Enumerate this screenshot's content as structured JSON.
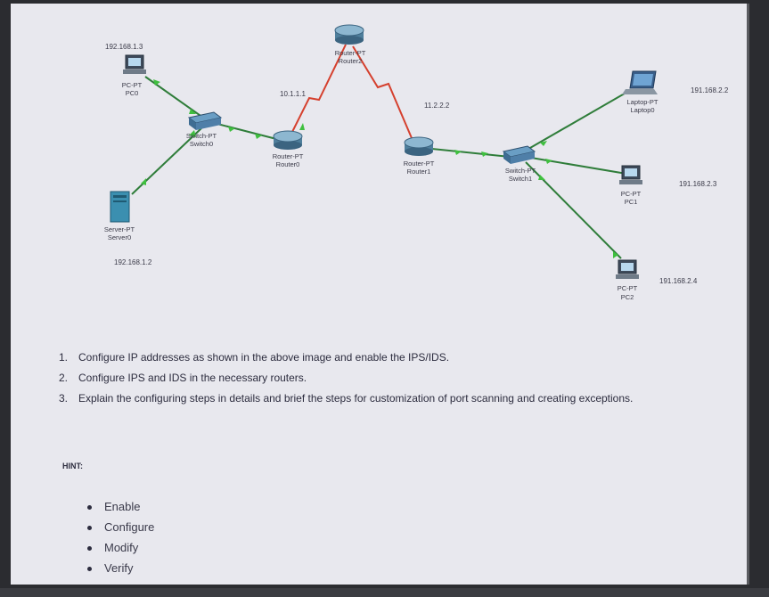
{
  "diagram": {
    "devices": [
      {
        "id": "pc0",
        "type_label": "PC-PT",
        "name": "PC0",
        "ip": "192.168.1.3"
      },
      {
        "id": "server0",
        "type_label": "Server-PT",
        "name": "Server0",
        "ip": "192.168.1.2"
      },
      {
        "id": "switch0",
        "type_label": "Switch-PT",
        "name": "Switch0"
      },
      {
        "id": "router0",
        "type_label": "Router-PT",
        "name": "Router0"
      },
      {
        "id": "router2",
        "type_label": "Router-PT",
        "name": "Router2"
      },
      {
        "id": "router1",
        "type_label": "Router-PT",
        "name": "Router1"
      },
      {
        "id": "switch1",
        "type_label": "Switch-PT",
        "name": "Switch1"
      },
      {
        "id": "laptop0",
        "type_label": "Laptop-PT",
        "name": "Laptop0",
        "ip": "191.168.2.2"
      },
      {
        "id": "pc1",
        "type_label": "PC-PT",
        "name": "PC1",
        "ip": "191.168.2.3"
      },
      {
        "id": "pc2",
        "type_label": "PC-PT",
        "name": "PC2",
        "ip": "191.168.2.4"
      }
    ],
    "link_labels": {
      "r0_r2": "10.1.1.1",
      "r2_r1": "11.2.2.2"
    },
    "colors": {
      "ethernet": "#2f7d3a",
      "serial": "#d5402e",
      "port_up": "#3fbf3f"
    }
  },
  "tasks": [
    {
      "num": "1.",
      "text": "Configure IP addresses as shown in the above image and enable the IPS/IDS."
    },
    {
      "num": "2.",
      "text": "Configure IPS and IDS in the necessary routers."
    },
    {
      "num": "3.",
      "text": "Explain the configuring steps in details and brief the steps for customization of port scanning and creating exceptions."
    }
  ],
  "hint": {
    "label": "HINT:",
    "items": [
      "Enable",
      "Configure",
      "Modify",
      "Verify"
    ]
  }
}
